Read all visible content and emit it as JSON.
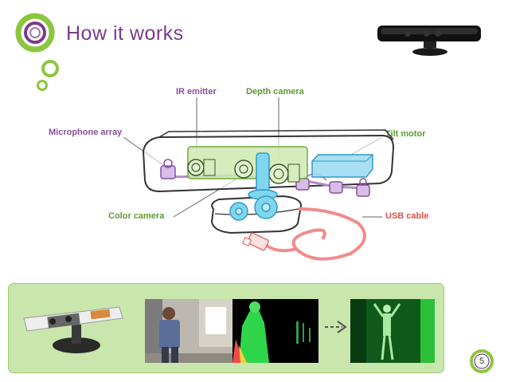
{
  "slide": {
    "title": "How it works",
    "page_number": "5"
  },
  "labels": {
    "ir_emitter": "IR emitter",
    "depth_camera": "Depth camera",
    "microphone_array": "Microphone array",
    "tilt_motor": "Tilt motor",
    "color_camera": "Color camera",
    "usb_cable": "USB cable"
  },
  "colors": {
    "title": "#7a3b8c",
    "accent_green": "#7cc242",
    "purple_label": "#8a4fa0",
    "green_label": "#5e9a33",
    "red_label": "#d9534f",
    "panel_bg": "#c9e6ad"
  }
}
